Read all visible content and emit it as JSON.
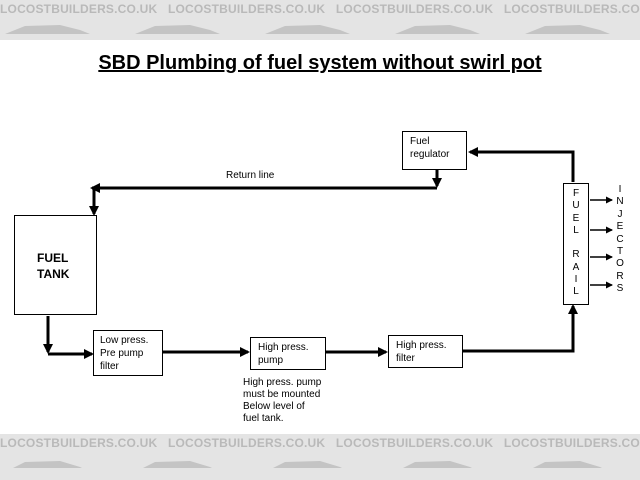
{
  "watermark": {
    "text": "LOCOSTBUILDERS.CO.UK",
    "color": "#b9b9b9",
    "band_color": "#e4e4e4"
  },
  "title": "SBD Plumbing of fuel system without swirl pot",
  "labels": {
    "return_line": "Return line"
  },
  "boxes": {
    "fuel_tank": "FUEL\nTANK",
    "low_press_filter": "Low press.\nPre pump\nfilter",
    "high_press_pump": "High press.\npump",
    "high_press_filter": "High press.\nfilter",
    "fuel_regulator": "Fuel\nregulator",
    "fuel_rail": "F\nU\nE\nL\n\nR\nA\nI\nL"
  },
  "notes": {
    "pump_note": "High press. pump\nmust be mounted\nBelow level of\nfuel tank."
  },
  "injectors_label": "I\nN\nJ\nE\nC\nT\nO\nR\nS",
  "colors": {
    "line": "#000000"
  }
}
